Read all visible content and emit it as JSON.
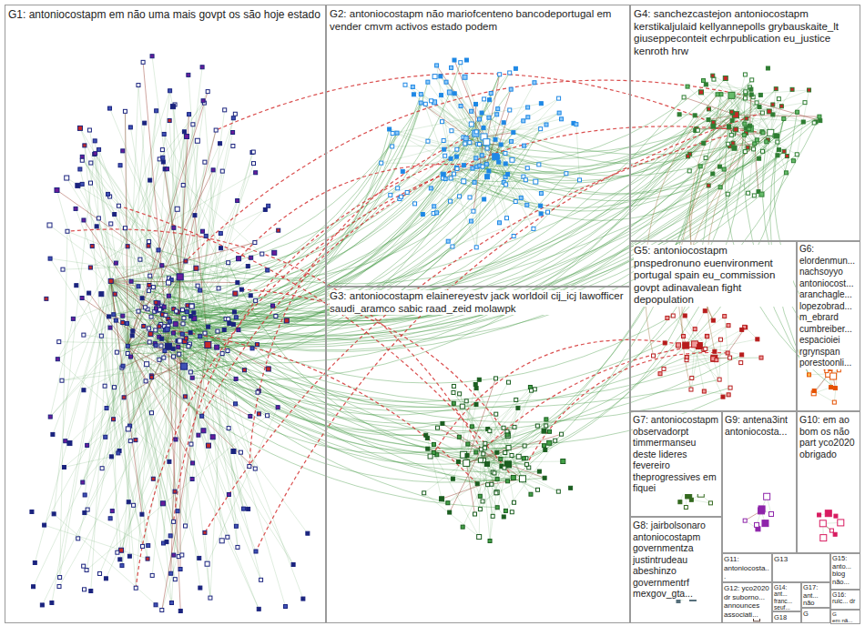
{
  "diagram": {
    "nodes": [
      {
        "text": [
          "G1: antoniocostapm em não uma mais govpt os são hoje estado"
        ]
      },
      {
        "text": [
          "G2: antoniocostapm não mariofcenteno bancodeportugal em vender cmvm activos estado podem"
        ]
      },
      {
        "text": [
          "G3: antoniocostapm elainereyestv jack worldoil cij_icj lawofficer saudi_aramco sabic raad_zeid molawpk"
        ]
      },
      {
        "text": [
          "G4: sanchezcastejon antoniocostapm kerstikaljulaid kellyannepolls grybauskaite_lt giuseppeconteit echrpublication eu_justice kenroth hrw"
        ]
      },
      {
        "text": [
          "G5: antoniocostapm pnspedronuno euenvironment portugal spain eu_commission govpt adinavalean fight depopulation"
        ]
      },
      {
        "text": [
          "G6: elordenmun... nachsoyyo antoniocost... aranchagle... lopezobrad... m_ebrard cumbreiber... espacioiei rgrynspan porestoonli..."
        ]
      },
      {
        "text": [
          "G7: antoniocostapm observadorpt timmermanseu deste lideres fevereiro theprogressives em fiquei"
        ]
      },
      {
        "text": [
          "G8: jairbolsonaro antoniocostapm governmentza justintrudeau abeshinzo governmentrf mexgov_gta..."
        ]
      },
      {
        "text": [
          "G9: antena3int antoniocosta..."
        ]
      },
      {
        "text": [
          "G10: em ao bom os não part yco2020 obrigado"
        ]
      },
      {
        "text": [
          "G11: antoniocosta..."
        ]
      },
      {
        "text": [
          "G12: yco2020 dr suborno... announces associati..."
        ]
      },
      {
        "text": [
          "G13"
        ]
      },
      {
        "text": [
          "G14: ant... franc... seuf..."
        ]
      },
      {
        "text": [
          "G15: anto... blog não..."
        ]
      },
      {
        "text": [
          "G16: ruic... dr"
        ]
      },
      {
        "text": [
          "G17: ant... não"
        ]
      },
      {
        "text": [
          "G18"
        ]
      },
      {
        "text": [
          "G"
        ]
      },
      {
        "text": [
          "G",
          "em nã..."
        ]
      }
    ]
  }
}
